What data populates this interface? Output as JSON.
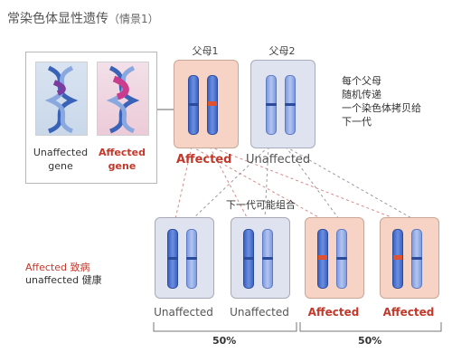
{
  "title": "常染色体显性遗传",
  "subtitle": "（情景1）",
  "inset": {
    "unaffected_label_1": "Unaffected",
    "unaffected_label_2": "gene",
    "affected_label_1": "Affected",
    "affected_label_2": "gene"
  },
  "parents": [
    {
      "label": "父母1",
      "status": "Affected"
    },
    {
      "label": "父母2",
      "status": "Unaffected"
    }
  ],
  "note_lines": [
    "每个父母",
    "随机传递",
    "一个染色体拷贝给",
    "下一代"
  ],
  "combo_label": "下一代可能组合",
  "offspring": [
    {
      "status": "Unaffected"
    },
    {
      "status": "Unaffected"
    },
    {
      "status": "Affected"
    },
    {
      "status": "Affected"
    }
  ],
  "legend": {
    "affected": "Affected 致病",
    "unaffected": "unaffected 健康"
  },
  "percentages": [
    "50%",
    "50%"
  ],
  "colors": {
    "affected_red": "#c0392b",
    "affected_box": "#f6d3c4",
    "unaffected_box": "#dfe3ef",
    "chromosome_blue": "#3b63c4",
    "mutation_marker": "#e0522f"
  }
}
